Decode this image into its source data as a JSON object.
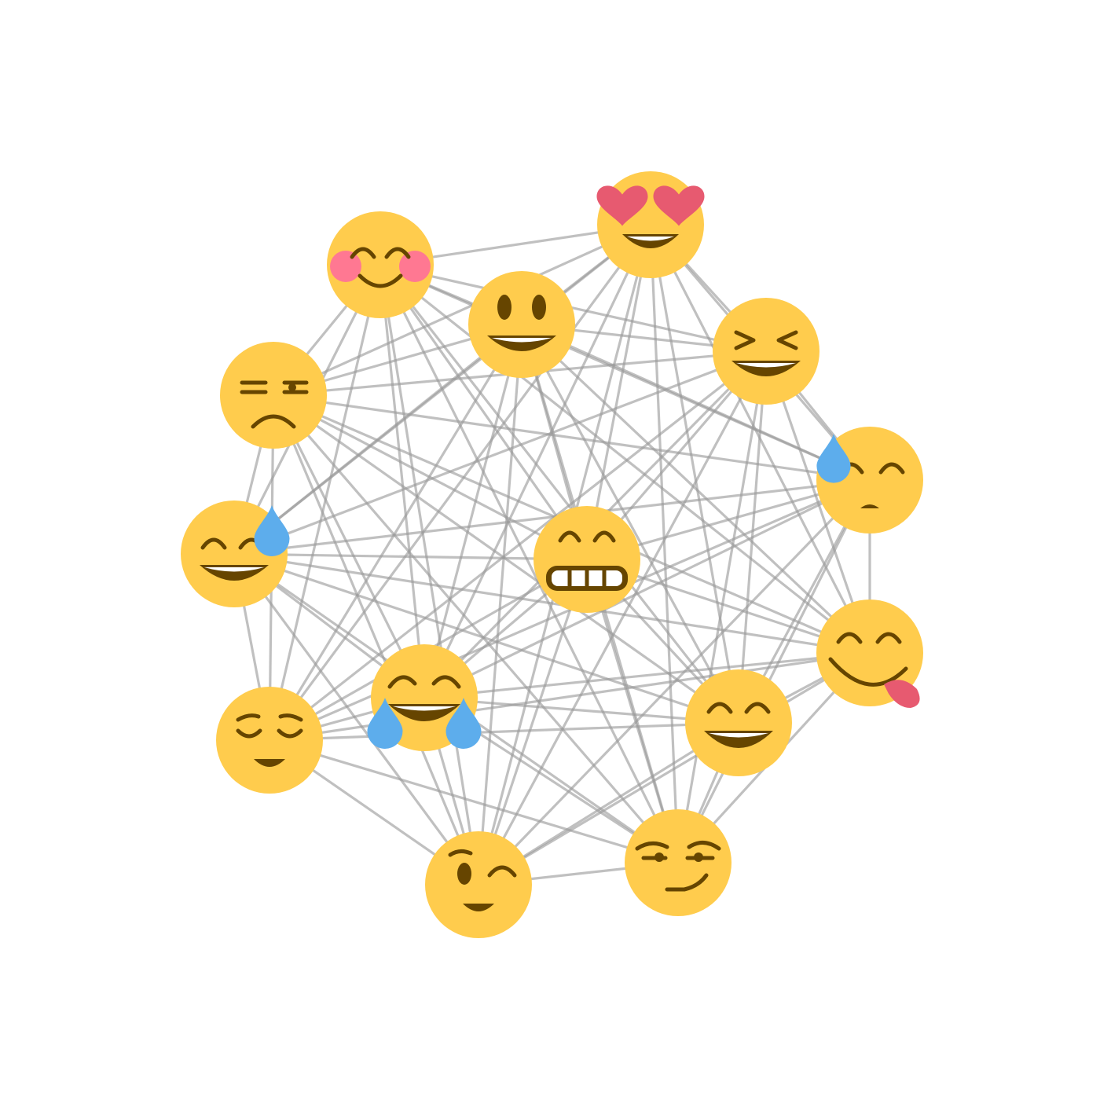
{
  "diagram": {
    "type": "network-graph",
    "edge_color": "#9a9a9a",
    "face_color": "#FFCC4D",
    "feature_color": "#664500",
    "heart_color": "#E75A70",
    "tear_color": "#5DADEC",
    "blush_color": "#FF7892",
    "nodes": [
      {
        "id": "n0",
        "icon": "smiling-face-with-heart-eyes-icon"
      },
      {
        "id": "n1",
        "icon": "smiling-face-with-smiling-eyes-icon"
      },
      {
        "id": "n2",
        "icon": "grinning-face-with-big-eyes-icon"
      },
      {
        "id": "n3",
        "icon": "grinning-squinting-face-icon"
      },
      {
        "id": "n4",
        "icon": "unamused-face-icon"
      },
      {
        "id": "n5",
        "icon": "downcast-face-with-sweat-icon"
      },
      {
        "id": "n6",
        "icon": "grinning-face-with-sweat-icon"
      },
      {
        "id": "n7",
        "icon": "grimacing-face-icon"
      },
      {
        "id": "n8",
        "icon": "face-savoring-food-icon"
      },
      {
        "id": "n9",
        "icon": "face-with-tears-of-joy-icon"
      },
      {
        "id": "n10",
        "icon": "grinning-face-with-smiling-eyes-icon"
      },
      {
        "id": "n11",
        "icon": "relieved-face-icon"
      },
      {
        "id": "n12",
        "icon": "winking-face-icon"
      },
      {
        "id": "n13",
        "icon": "smirking-face-icon"
      }
    ],
    "edges": "complete-graph"
  }
}
